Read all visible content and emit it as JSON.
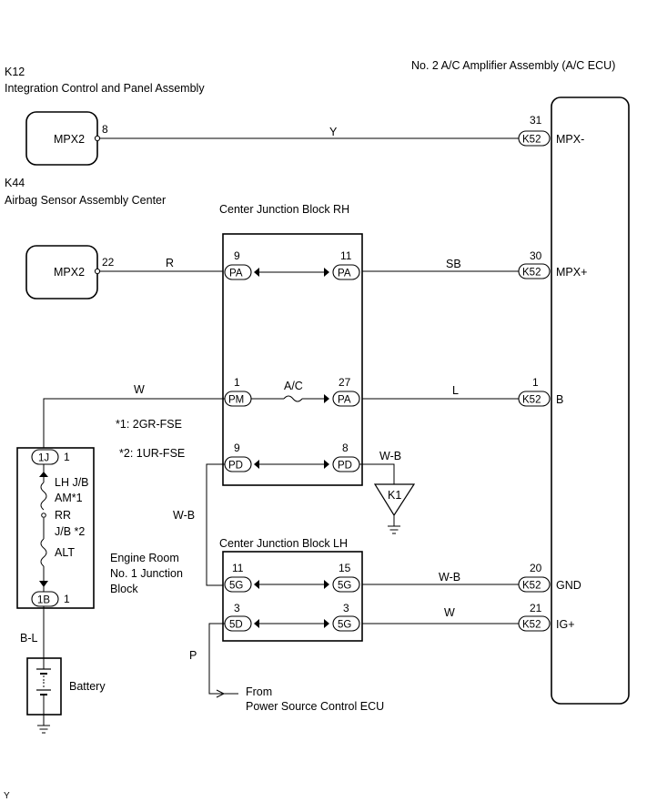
{
  "components": {
    "integration_panel": {
      "code": "K12",
      "name": "Integration Control and Panel Assembly",
      "terminal": "MPX2",
      "pin": "8"
    },
    "airbag_sensor": {
      "code": "K44",
      "name": "Airbag Sensor Assembly Center",
      "terminal": "MPX2",
      "pin": "22"
    },
    "ac_amplifier": {
      "name": "No. 2 A/C Amplifier Assembly  (A/C ECU)",
      "terminals": [
        {
          "pin": "31",
          "connector": "K52",
          "signal": "MPX-"
        },
        {
          "pin": "30",
          "connector": "K52",
          "signal": "MPX+"
        },
        {
          "pin": "1",
          "connector": "K52",
          "signal": "B"
        },
        {
          "pin": "20",
          "connector": "K52",
          "signal": "GND"
        },
        {
          "pin": "21",
          "connector": "K52",
          "signal": "IG+"
        }
      ]
    },
    "cjb_rh": {
      "name": "Center Junction Block RH",
      "rows": [
        {
          "left_pin": "9",
          "left_conn": "PA",
          "right_pin": "11",
          "right_conn": "PA"
        },
        {
          "left_pin": "1",
          "left_conn": "PM",
          "fuse": "A/C",
          "right_pin": "27",
          "right_conn": "PA"
        },
        {
          "left_pin": "9",
          "left_conn": "PD",
          "right_pin": "8",
          "right_conn": "PD"
        }
      ]
    },
    "cjb_lh": {
      "name": "Center Junction Block LH",
      "rows": [
        {
          "left_pin": "11",
          "left_conn": "5G",
          "right_pin": "15",
          "right_conn": "5G"
        },
        {
          "left_pin": "3",
          "left_conn": "5D",
          "right_pin": "3",
          "right_conn": "5G"
        }
      ]
    },
    "engine_room_jb": {
      "name_lines": [
        "Engine Room",
        "No. 1 Junction",
        "Block"
      ],
      "top_conn": "1J",
      "top_pin": "1",
      "bottom_conn": "1B",
      "bottom_pin": "1",
      "fuse1_label": "LH J/B",
      "fuse1_sub": "AM*1",
      "fuse2_label_a": "RR",
      "fuse2_label_b": "J/B *2",
      "fuse2_sub": "ALT"
    },
    "battery": {
      "name": "Battery"
    },
    "ground_point": {
      "code": "K1"
    },
    "power_source": {
      "line1": "From",
      "line2": "Power Source Control ECU"
    }
  },
  "wire_colors": {
    "mpx_minus": "Y",
    "mpx2_to_cjb": "R",
    "mpx_plus": "SB",
    "batt_feed": "W",
    "b_feed": "L",
    "ground_k1": "W-B",
    "cjb_gnd_link": "W-B",
    "gnd": "W-B",
    "ig_plus": "W",
    "battery": "B-L",
    "ig_source": "P"
  },
  "notes": [
    "*1: 2GR-FSE",
    "*2: 1UR-FSE"
  ],
  "footer_mark": "Y"
}
